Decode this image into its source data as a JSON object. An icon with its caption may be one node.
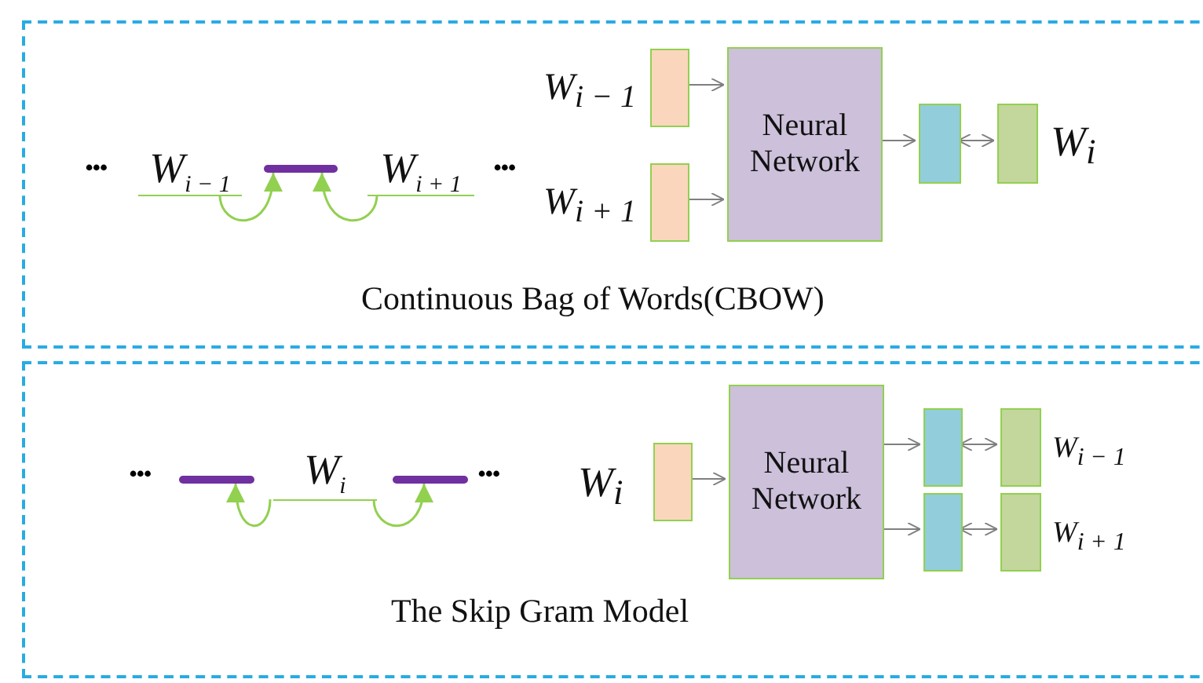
{
  "diagram": {
    "nodes": [
      {
        "text": [
          "Continuous Bag of Words(CBOW)"
        ]
      },
      {
        "text": [
          "W$_{i − 1}$"
        ],
        "in": 0
      },
      {
        "text": [],
        "shape": "bar",
        "in": 0
      },
      {
        "text": [
          "W$_{i + 1}$"
        ],
        "in": 0
      },
      {
        "text": [],
        "shape": "box",
        "in": 0,
        "beside": [
          "W$_{i − 1}$"
        ]
      },
      {
        "text": [],
        "shape": "box",
        "in": 0,
        "beside": [
          "W$_{i + 1}$"
        ]
      },
      {
        "text": [
          "Neural Network"
        ],
        "in": 0
      },
      {
        "text": [],
        "shape": "box",
        "in": 0
      },
      {
        "text": [],
        "shape": "box",
        "in": 0,
        "beside": [
          "W$_{i}$"
        ]
      },
      {
        "text": [
          "The Skip Gram Model"
        ]
      },
      {
        "text": [],
        "shape": "bar",
        "in": 9
      },
      {
        "text": [
          "W$_{i}$"
        ],
        "in": 9
      },
      {
        "text": [],
        "shape": "bar",
        "in": 9
      },
      {
        "text": [],
        "shape": "box",
        "in": 9,
        "beside": [
          "W$_{i}$"
        ]
      },
      {
        "text": [
          "Neural Network"
        ],
        "in": 9
      },
      {
        "text": [],
        "shape": "box",
        "in": 9
      },
      {
        "text": [],
        "shape": "box",
        "in": 9
      },
      {
        "text": [],
        "shape": "box",
        "in": 9,
        "beside": [
          "W$_{i − 1}$"
        ]
      },
      {
        "text": [],
        "shape": "box",
        "in": 9,
        "beside": [
          "W$_{i + 1}$"
        ]
      }
    ],
    "edges": [
      {
        "from": 1,
        "to": 2,
        "arrow": "to",
        "color": "#92d050"
      },
      {
        "from": 3,
        "to": 2,
        "arrow": "to",
        "color": "#92d050"
      },
      {
        "from": 4,
        "to": 6,
        "arrow": "to"
      },
      {
        "from": 5,
        "to": 6,
        "arrow": "to"
      },
      {
        "from": 6,
        "to": 7,
        "arrow": "to"
      },
      {
        "from": 7,
        "to": 8,
        "arrow": "both"
      },
      {
        "from": 11,
        "to": 10,
        "arrow": "to",
        "color": "#92d050"
      },
      {
        "from": 11,
        "to": 12,
        "arrow": "to",
        "color": "#92d050"
      },
      {
        "from": 13,
        "to": 14,
        "arrow": "to"
      },
      {
        "from": 14,
        "to": 15,
        "arrow": "to"
      },
      {
        "from": 14,
        "to": 16,
        "arrow": "to"
      },
      {
        "from": 15,
        "to": 17,
        "arrow": "both"
      },
      {
        "from": 16,
        "to": 18,
        "arrow": "both"
      }
    ],
    "labels": [
      "•••",
      "•••",
      "•••",
      "•••"
    ]
  }
}
